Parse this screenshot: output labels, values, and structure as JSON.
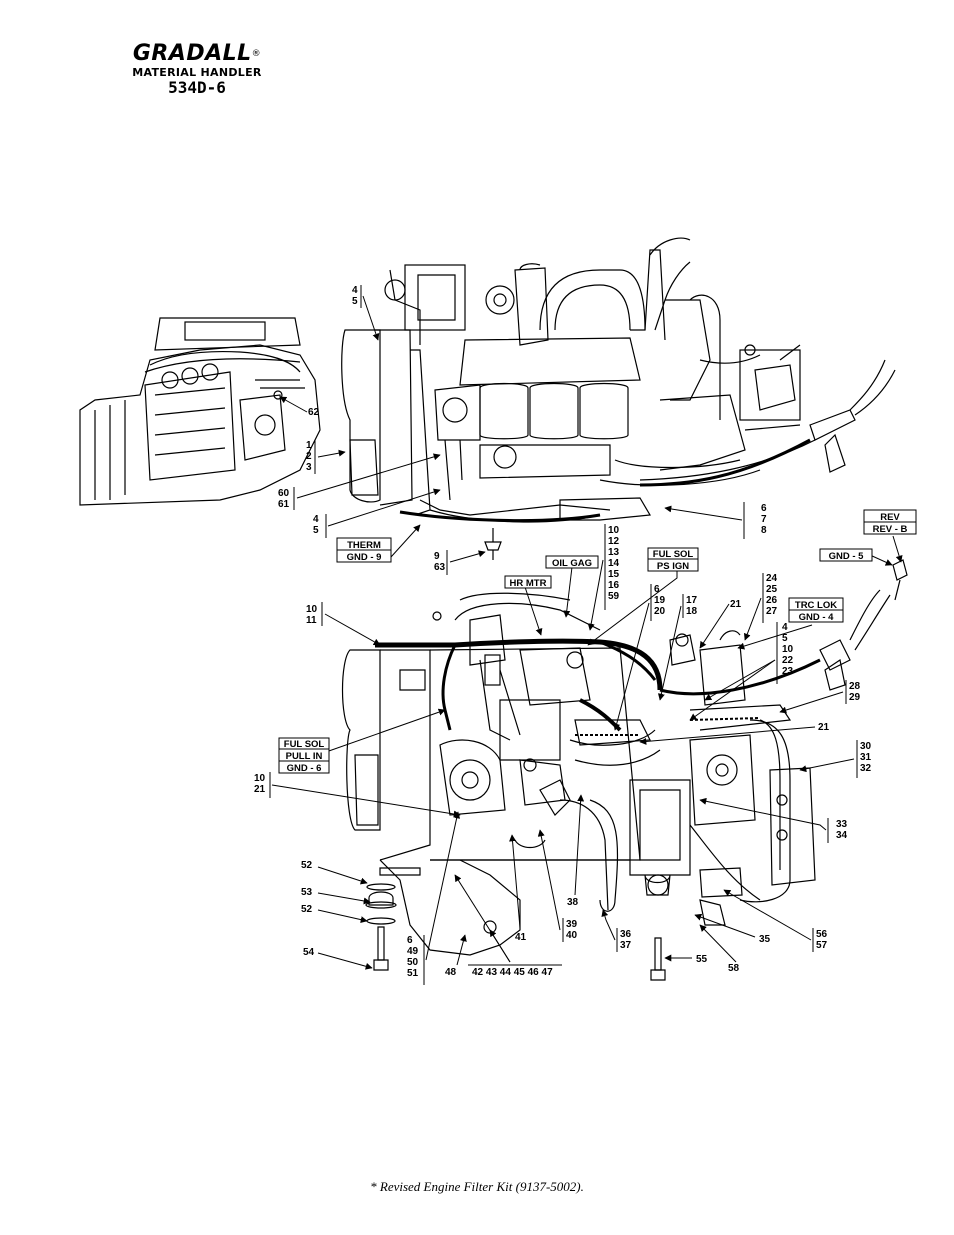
{
  "header": {
    "brand": "GRADALL",
    "registered": "®",
    "subtitle": "MATERIAL HANDLER",
    "model": "534D-6"
  },
  "callouts": {
    "c_4_5_top": [
      "4",
      "5"
    ],
    "c_62": "62",
    "c_1_2_3": [
      "1",
      "2",
      "3"
    ],
    "c_60_61": [
      "60",
      "61"
    ],
    "c_4_5_mid": [
      "4",
      "5"
    ],
    "c_6_7_8": [
      "6",
      "7",
      "8"
    ],
    "c_10_16_59": [
      "10",
      "12",
      "13",
      "14",
      "15",
      "16",
      "59"
    ],
    "c_9_63": [
      "9",
      "63"
    ],
    "c_6_19_20": [
      "6",
      "19",
      "20"
    ],
    "c_17_18": [
      "17",
      "18"
    ],
    "c_21_top": "21",
    "c_24_27": [
      "24",
      "25",
      "26",
      "27"
    ],
    "c_4_23": [
      "4",
      "5",
      "10",
      "22",
      "23"
    ],
    "c_10_11": [
      "10",
      "11"
    ],
    "c_28_29": [
      "28",
      "29"
    ],
    "c_21_mid": "21",
    "c_30_32": [
      "30",
      "31",
      "32"
    ],
    "c_10_21": [
      "10",
      "21"
    ],
    "c_33_34": [
      "33",
      "34"
    ],
    "c_52_top": "52",
    "c_53": "53",
    "c_52_bot": "52",
    "c_54": "54",
    "c_38": "38",
    "c_39_40": [
      "39",
      "40"
    ],
    "c_41": "41",
    "c_36_37": [
      "36",
      "37"
    ],
    "c_35": "35",
    "c_56_57": [
      "56",
      "57"
    ],
    "c_55": "55",
    "c_58": "58",
    "c_6_51": [
      "6",
      "49",
      "50",
      "51"
    ],
    "c_48": "48",
    "c_42_47": "42 43 44 45 46 47"
  },
  "labels": {
    "therm": [
      "THERM",
      "GND - 9"
    ],
    "oil_gag": "OIL GAG",
    "ful_sol_ps": [
      "FUL SOL",
      "PS IGN"
    ],
    "hr_mtr": "HR MTR",
    "rev": [
      "REV",
      "REV - B"
    ],
    "gnd5": "GND - 5",
    "trc_lok": [
      "TRC LOK",
      "GND - 4"
    ],
    "ful_sol_pull": [
      "FUL SOL",
      "PULL IN",
      "GND - 6"
    ]
  },
  "footnote": "* Revised Engine Filter Kit (9137-5002)."
}
